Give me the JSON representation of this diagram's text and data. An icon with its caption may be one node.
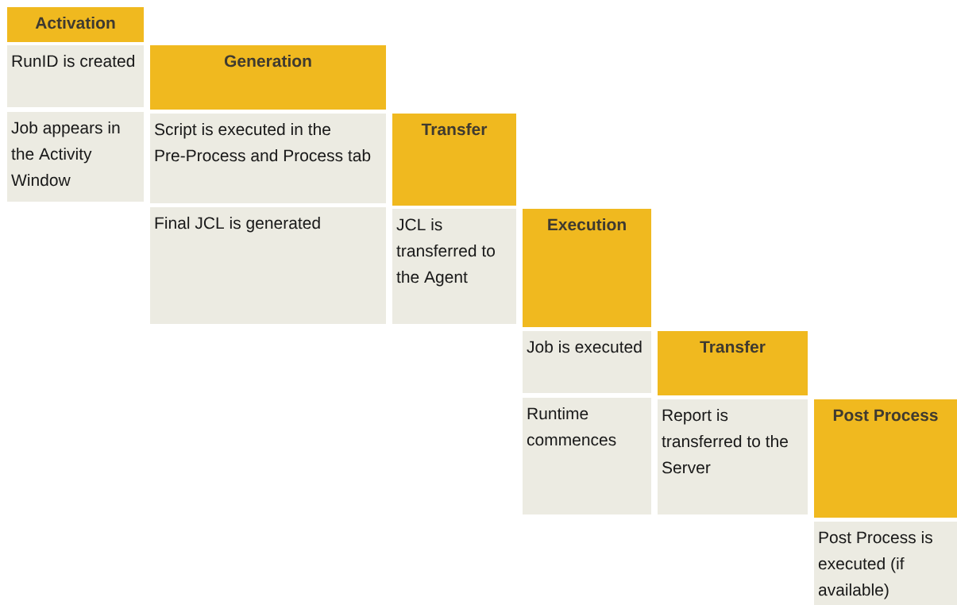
{
  "diagram": {
    "nodes": [
      {
        "text": [
          "Activation"
        ]
      },
      {
        "text": [
          "RunID is created"
        ]
      },
      {
        "text": [
          "Job appears in the Activity Window"
        ]
      },
      {
        "text": [
          "Generation"
        ]
      },
      {
        "text": [
          "Script is executed in the Pre-Process and Process tab"
        ]
      },
      {
        "text": [
          "Final JCL is generated"
        ]
      },
      {
        "text": [
          "Transfer"
        ]
      },
      {
        "text": [
          "JCL is transferred to the Agent"
        ]
      },
      {
        "text": [
          "Execution"
        ]
      },
      {
        "text": [
          "Job is executed"
        ]
      },
      {
        "text": [
          "Runtime commences"
        ]
      },
      {
        "text": [
          "Transfer"
        ]
      },
      {
        "text": [
          "Report is transferred to the Server"
        ]
      },
      {
        "text": [
          "Post Process"
        ]
      },
      {
        "text": [
          "Post Process is executed (if available)"
        ]
      }
    ]
  }
}
